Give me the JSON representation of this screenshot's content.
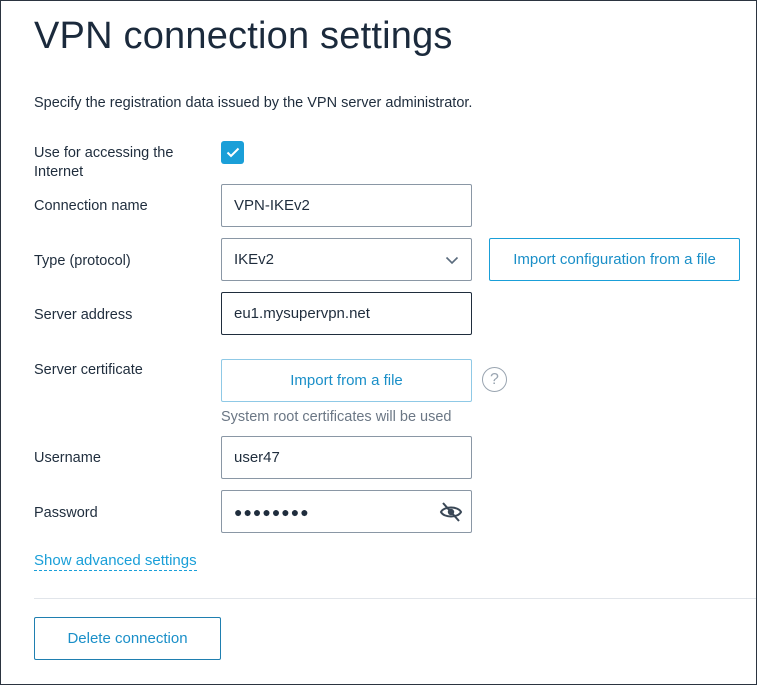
{
  "page": {
    "title": "VPN connection settings",
    "subtitle": "Specify the registration data issued by the VPN server administrator."
  },
  "form": {
    "use_internet": {
      "label": "Use for accessing the Internet",
      "checked": true
    },
    "connection_name": {
      "label": "Connection name",
      "value": "VPN-IKEv2"
    },
    "type": {
      "label": "Type (protocol)",
      "value": "IKEv2",
      "import_button": "Import configuration from a file"
    },
    "server_address": {
      "label": "Server address",
      "value": "eu1.mysupervpn.net"
    },
    "server_certificate": {
      "label": "Server certificate",
      "import_button": "Import from a file",
      "help": "?",
      "hint": "System root certificates will be used"
    },
    "username": {
      "label": "Username",
      "value": "user47"
    },
    "password": {
      "label": "Password",
      "masked": "●●●●●●●●"
    }
  },
  "advanced_link": "Show advanced settings",
  "delete_button": "Delete connection",
  "colors": {
    "accent": "#1a9fd8",
    "text": "#1f2d3d",
    "border": "#8a97a5"
  }
}
